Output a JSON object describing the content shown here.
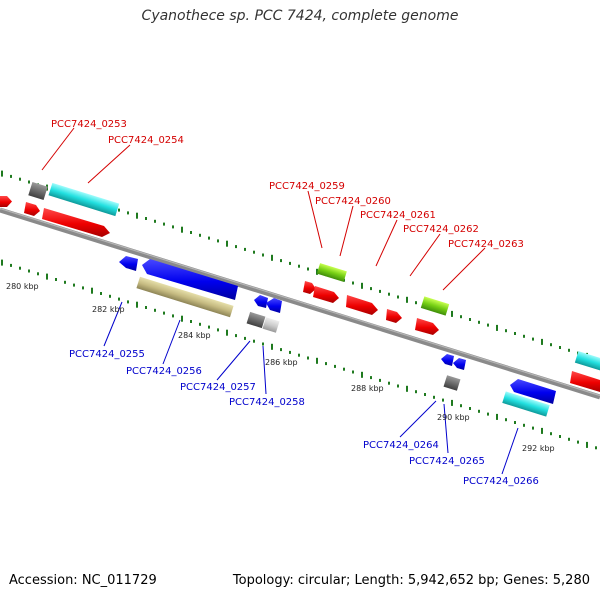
{
  "title": "Cyanothece sp. PCC 7424, complete genome",
  "footer": {
    "accession": "Accession: NC_011729",
    "topology": "Topology: circular; Length: 5,942,652 bp; Genes: 5,280"
  },
  "colors": {
    "backbone": "#7f7f7f",
    "tick": "#1f7a1f",
    "label_top": "#d40000",
    "label_bottom": "#0000cc"
  },
  "kbp_labels": [
    "280 kbp",
    "282 kbp",
    "284 kbp",
    "286 kbp",
    "288 kbp",
    "290 kbp",
    "292 kbp"
  ],
  "genes_top": [
    "PCC7424_0253",
    "PCC7424_0254",
    "PCC7424_0259",
    "PCC7424_0260",
    "PCC7424_0261",
    "PCC7424_0262",
    "PCC7424_0263"
  ],
  "genes_bottom": [
    "PCC7424_0255",
    "PCC7424_0256",
    "PCC7424_0257",
    "PCC7424_0258",
    "PCC7424_0264",
    "PCC7424_0265",
    "PCC7424_0266"
  ]
}
